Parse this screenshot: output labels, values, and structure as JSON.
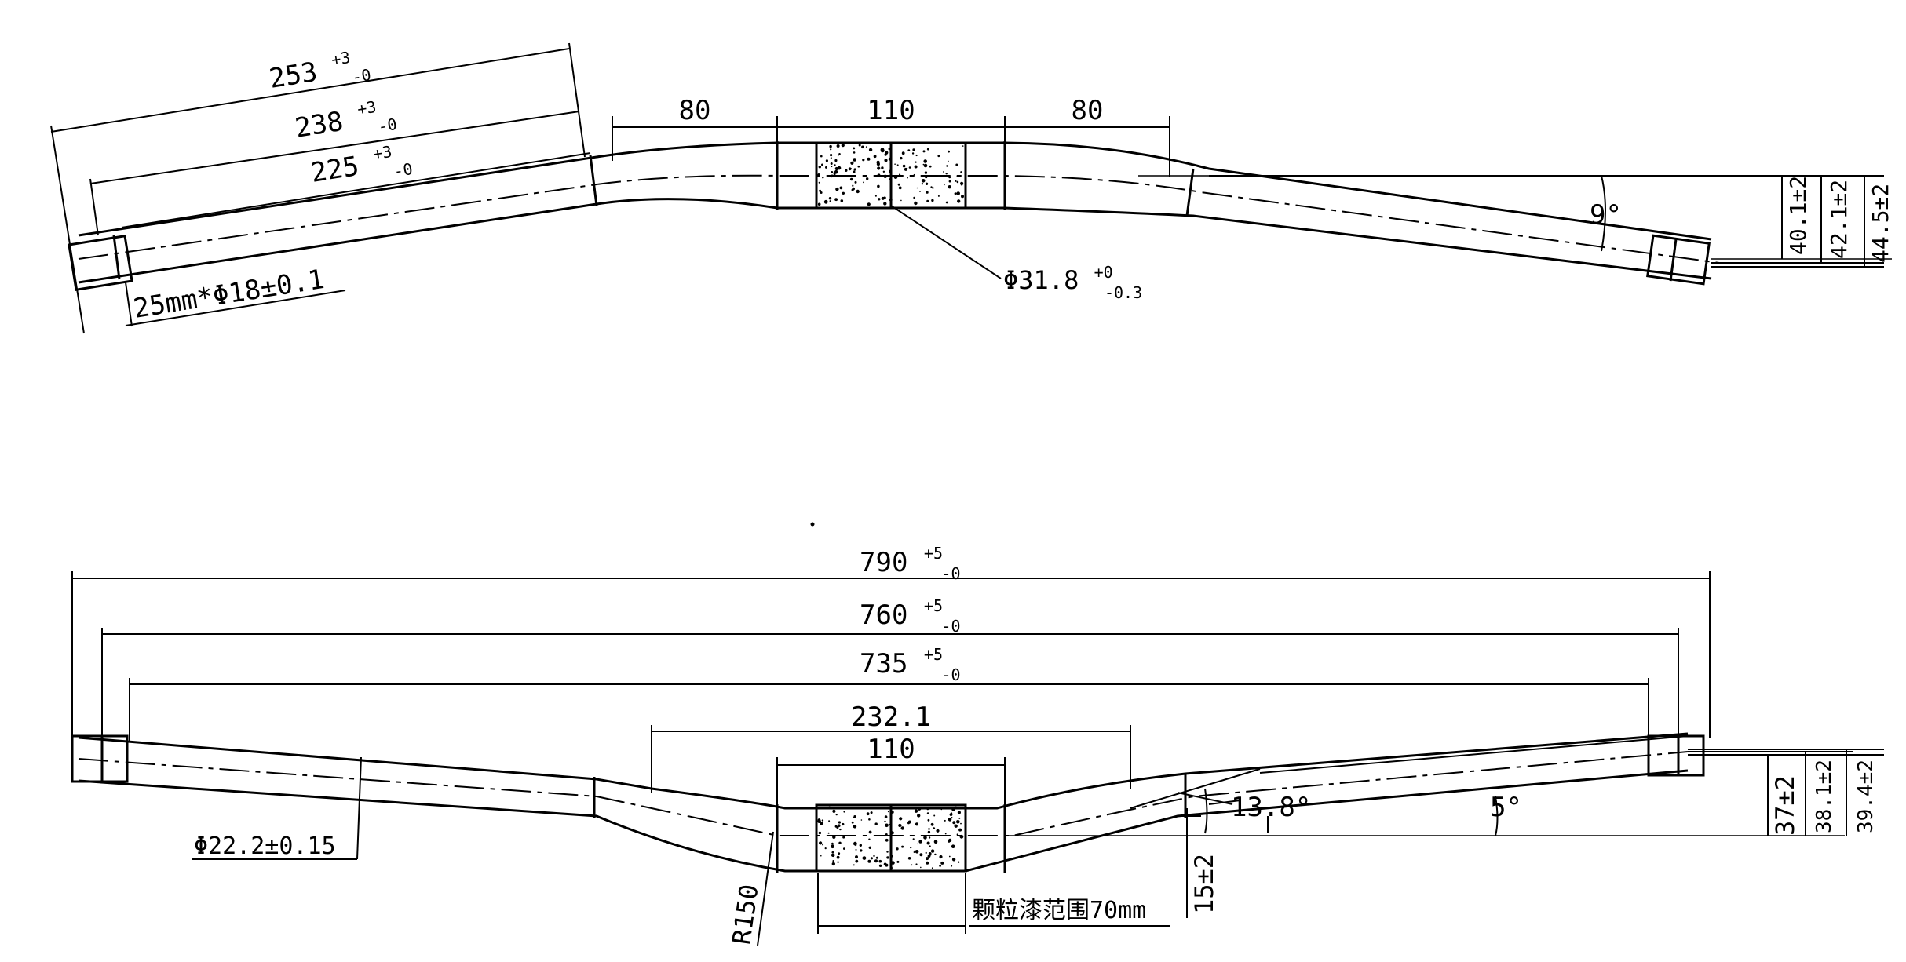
{
  "top_view": {
    "dim_253": {
      "value": "253",
      "tol_upper": "+3",
      "tol_lower": "-0"
    },
    "dim_238": {
      "value": "238",
      "tol_upper": "+3",
      "tol_lower": "-0"
    },
    "dim_225": {
      "value": "225",
      "tol_upper": "+3",
      "tol_lower": "-0"
    },
    "dim_80_left": "80",
    "dim_110": "110",
    "dim_80_right": "80",
    "end_spec": "25mm*Φ18±0.1",
    "clamp_diameter": {
      "value": "Φ31.8",
      "tol_upper": "+0",
      "tol_lower": "-0.3"
    },
    "angle": "9°",
    "dim_40_1": "40.1±2",
    "dim_42_1": "42.1±2",
    "dim_44_5": "44.5±2"
  },
  "front_view": {
    "dim_790": {
      "value": "790",
      "tol_upper": "+5",
      "tol_lower": "-0"
    },
    "dim_760": {
      "value": "760",
      "tol_upper": "+5",
      "tol_lower": "-0"
    },
    "dim_735": {
      "value": "735",
      "tol_upper": "+5",
      "tol_lower": "-0"
    },
    "dim_232_1": "232.1",
    "dim_110": "110",
    "grip_diameter": "Φ22.2±0.15",
    "radius": "R150",
    "paint_note": "颗粒漆范围70mm",
    "rise": "15±2",
    "angle_13_8": "13.8°",
    "angle_5": "5°",
    "dim_37": "37±2",
    "dim_38_1": "38.1±2",
    "dim_39_4": "39.4±2"
  }
}
